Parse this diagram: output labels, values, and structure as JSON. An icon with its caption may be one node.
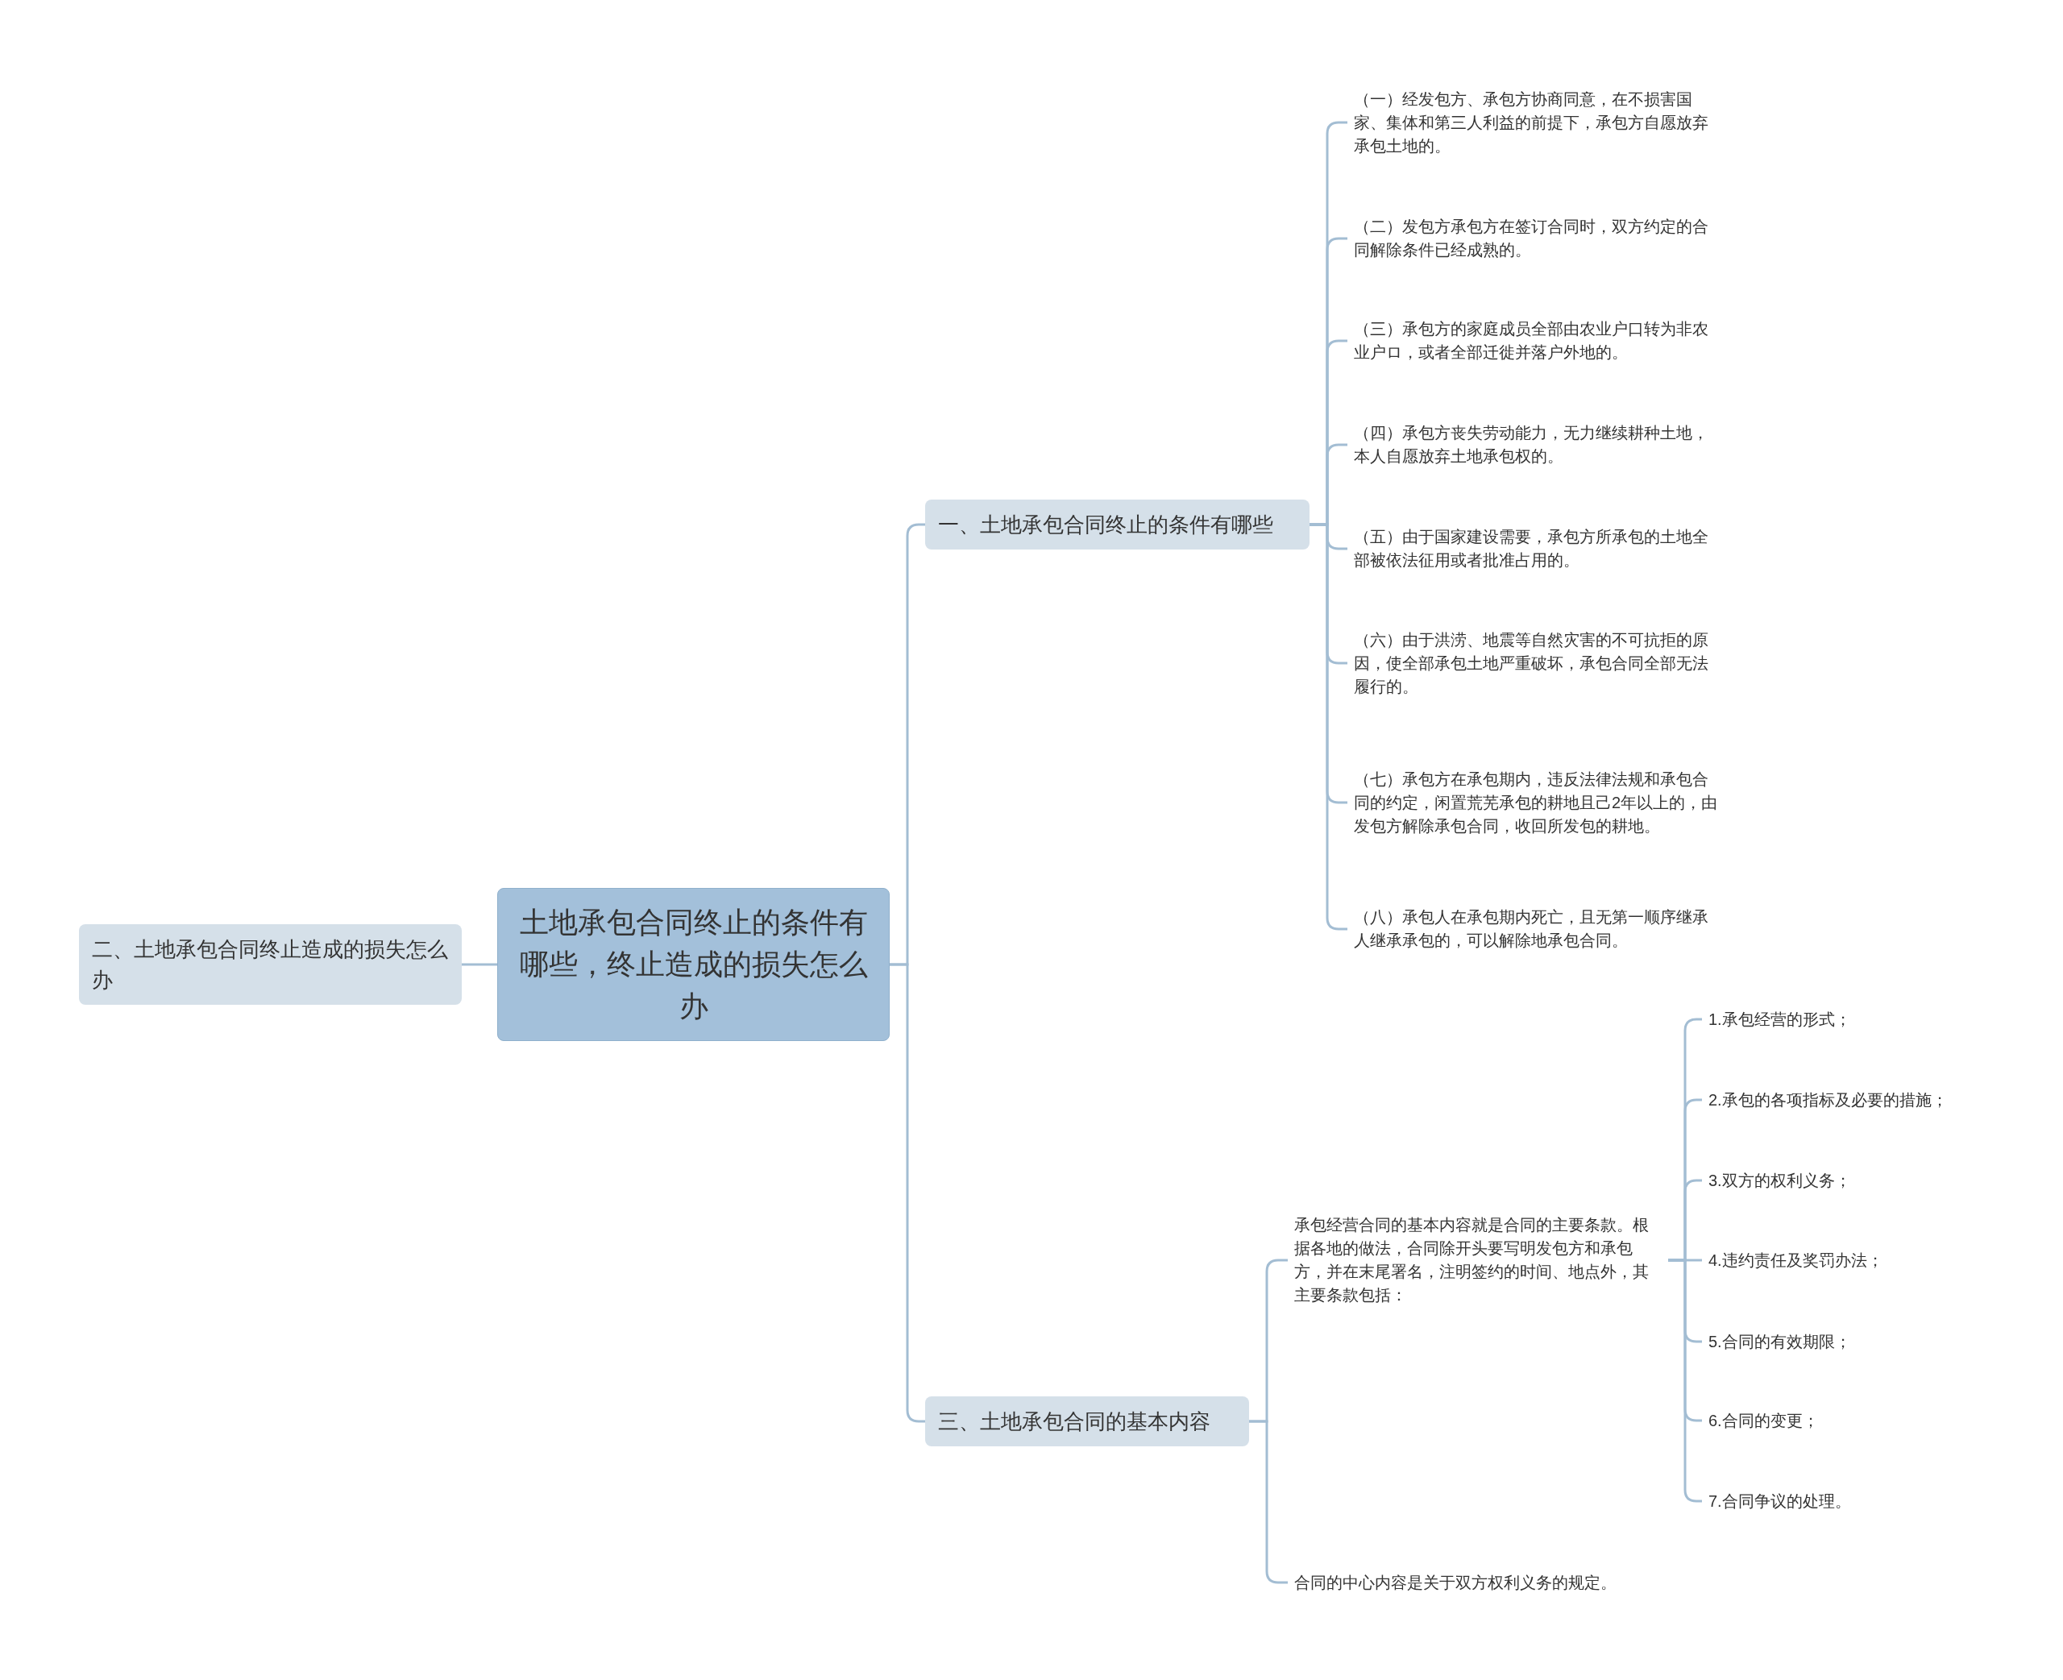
{
  "diagram": {
    "nodes": [
      {
        "text": [
          "土地承包合同终止的条件有哪些，终止造成的损失怎么办"
        ]
      },
      {
        "text": [
          "一、土地承包合同终止的条件有哪些"
        ]
      },
      {
        "text": [
          "（一）经发包方、承包方协商同意，在不损害国家、集体和第三人利益的前提下，承包方自愿放弃承包土地的。"
        ]
      },
      {
        "text": [
          "（二）发包方承包方在签订合同时，双方约定的合同解除条件已经成熟的。"
        ]
      },
      {
        "text": [
          "（三）承包方的家庭成员全部由农业户口转为非农业户ロ，或者全部迁徙并落户外地的。"
        ]
      },
      {
        "text": [
          "（四）承包方丧失劳动能力，无力继续耕种土地，本人自愿放弃土地承包权的。"
        ]
      },
      {
        "text": [
          "（五）由于国家建设需要，承包方所承包的土地全部被依法征用或者批准占用的。"
        ]
      },
      {
        "text": [
          "（六）由于洪涝、地震等自然灾害的不可抗拒的原因，使全部承包土地严重破坏，承包合同全部无法履行的。"
        ]
      },
      {
        "text": [
          "（七）承包方在承包期内，违反法律法规和承包合同的约定，闲置荒芜承包的耕地且己2年以上的，由发包方解除承包合同，收回所发包的耕地。"
        ]
      },
      {
        "text": [
          "（八）承包人在承包期内死亡，且无第一顺序继承人继承承包的，可以解除地承包合同。"
        ]
      },
      {
        "text": [
          "二、土地承包合同终止造成的损失怎么办"
        ]
      },
      {
        "text": [
          "三、土地承包合同的基本内容"
        ]
      },
      {
        "text": [
          "承包经营合同的基本内容就是合同的主要条款。根据各地的做法，合同除开头要写明发包方和承包方，并在末尾署名，注明签约的时间、地点外，其主要条款包括："
        ]
      },
      {
        "text": [
          "1.承包经营的形式；"
        ]
      },
      {
        "text": [
          "2.承包的各项指标及必要的措施；"
        ]
      },
      {
        "text": [
          "3.双方的权利义务；"
        ]
      },
      {
        "text": [
          "4.违约责任及奖罚办法；"
        ]
      },
      {
        "text": [
          "5.合同的有效期限；"
        ]
      },
      {
        "text": [
          "6.合同的变更；"
        ]
      },
      {
        "text": [
          "7.合同争议的处理。"
        ]
      },
      {
        "text": [
          "合同的中心内容是关于双方权利义务的规定。"
        ]
      }
    ],
    "edges": [
      {
        "from": 0,
        "to": 1,
        "arrow": "none"
      },
      {
        "from": 1,
        "to": 2,
        "arrow": "none"
      },
      {
        "from": 1,
        "to": 3,
        "arrow": "none"
      },
      {
        "from": 1,
        "to": 4,
        "arrow": "none"
      },
      {
        "from": 1,
        "to": 5,
        "arrow": "none"
      },
      {
        "from": 1,
        "to": 6,
        "arrow": "none"
      },
      {
        "from": 1,
        "to": 7,
        "arrow": "none"
      },
      {
        "from": 1,
        "to": 8,
        "arrow": "none"
      },
      {
        "from": 1,
        "to": 9,
        "arrow": "none"
      },
      {
        "from": 0,
        "to": 10,
        "arrow": "none"
      },
      {
        "from": 0,
        "to": 11,
        "arrow": "none"
      },
      {
        "from": 11,
        "to": 12,
        "arrow": "none"
      },
      {
        "from": 12,
        "to": 13,
        "arrow": "none"
      },
      {
        "from": 12,
        "to": 14,
        "arrow": "none"
      },
      {
        "from": 12,
        "to": 15,
        "arrow": "none"
      },
      {
        "from": 12,
        "to": 16,
        "arrow": "none"
      },
      {
        "from": 12,
        "to": 17,
        "arrow": "none"
      },
      {
        "from": 12,
        "to": 18,
        "arrow": "none"
      },
      {
        "from": 12,
        "to": 19,
        "arrow": "none"
      },
      {
        "from": 11,
        "to": 20,
        "arrow": "none"
      }
    ]
  }
}
